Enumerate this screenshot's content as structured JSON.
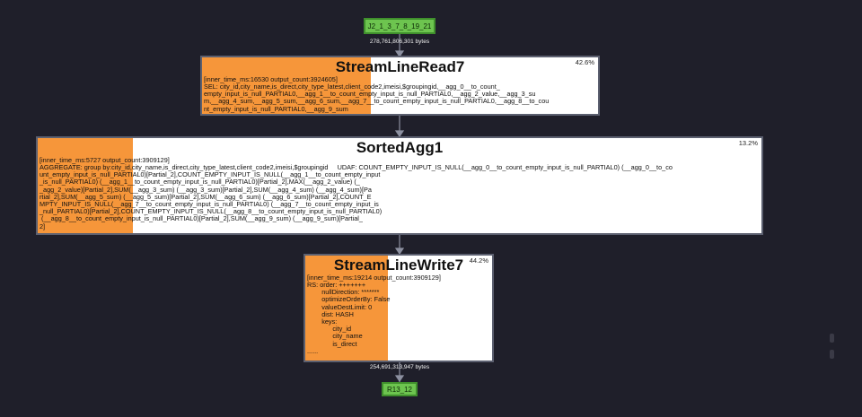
{
  "source_node": {
    "label": "J2_1_3_7_8_19_21"
  },
  "sink_node": {
    "label": "R13_12"
  },
  "edges": {
    "top_bytes": "278,761,806,301 bytes",
    "bottom_bytes": "254,691,313,947 bytes"
  },
  "colors": {
    "fill": "#f6963a",
    "node": "#6dc44f",
    "background": "#1f1f2a"
  },
  "operators": [
    {
      "name": "StreamLineRead7",
      "percent": "42.6%",
      "percent_value": 42.6,
      "stats": "[inner_time_ms:16530 output_count:3924605]",
      "body": "SEL: city_id,city_name,is_direct,city_type_latest,client_code2,imeisi,$groupingid,__agg_0__to_count_\nempty_input_is_null_PARTIAL0,__agg_1__to_count_empty_input_is_null_PARTIAL0,__agg_2_value,__agg_3_su\nm,__agg_4_sum,__agg_5_sum,__agg_6_sum,__agg_7__to_count_empty_input_is_null_PARTIAL0,__agg_8__to_cou\nnt_empty_input_is_null_PARTIAL0,__agg_9_sum"
    },
    {
      "name": "SortedAgg1",
      "percent": "13.2%",
      "percent_value": 13.2,
      "stats": "[inner_time_ms:5727 output_count:3909129]",
      "body": "AGGREGATE: group by:city_id,city_name,is_direct,city_type_latest,client_code2,imeisi,$groupingid     UDAF: COUNT_EMPTY_INPUT_IS_NULL(__agg_0__to_count_empty_input_is_null_PARTIAL0) (__agg_0__to_co\nunt_empty_input_is_null_PARTIAL0)[Partial_2],COUNT_EMPTY_INPUT_IS_NULL(__agg_1__to_count_empty_input\n_is_null_PARTIAL0) (__agg_1__to_count_empty_input_is_null_PARTIAL0)[Partial_2],MAX(__agg_2_value) (_\n_agg_2_value)[Partial_2],SUM(__agg_3_sum) (__agg_3_sum)[Partial_2],SUM(__agg_4_sum) (__agg_4_sum)[Pa\nrtial_2],SUM(__agg_5_sum) (__agg_5_sum)[Partial_2],SUM(__agg_6_sum) (__agg_6_sum)[Partial_2],COUNT_E\nMPTY_INPUT_IS_NULL(__agg_7__to_count_empty_input_is_null_PARTIAL0) (__agg_7__to_count_empty_input_is\n_null_PARTIAL0)[Partial_2],COUNT_EMPTY_INPUT_IS_NULL(__agg_8__to_count_empty_input_is_null_PARTIAL0)\n (__agg_8__to_count_empty_input_is_null_PARTIAL0)[Partial_2],SUM(__agg_9_sum) (__agg_9_sum)[Partial_\n2]"
    },
    {
      "name": "StreamLineWrite7",
      "percent": "44.2%",
      "percent_value": 44.2,
      "stats": "[inner_time_ms:19214 output_count:3909129]",
      "body": "RS: order: +++++++\n        nullDirection: *******\n        optimizeOrderBy: False\n        valueDestLimit: 0\n        dist: HASH\n        keys:\n              city_id\n              city_name\n              is_direct\n......"
    }
  ]
}
